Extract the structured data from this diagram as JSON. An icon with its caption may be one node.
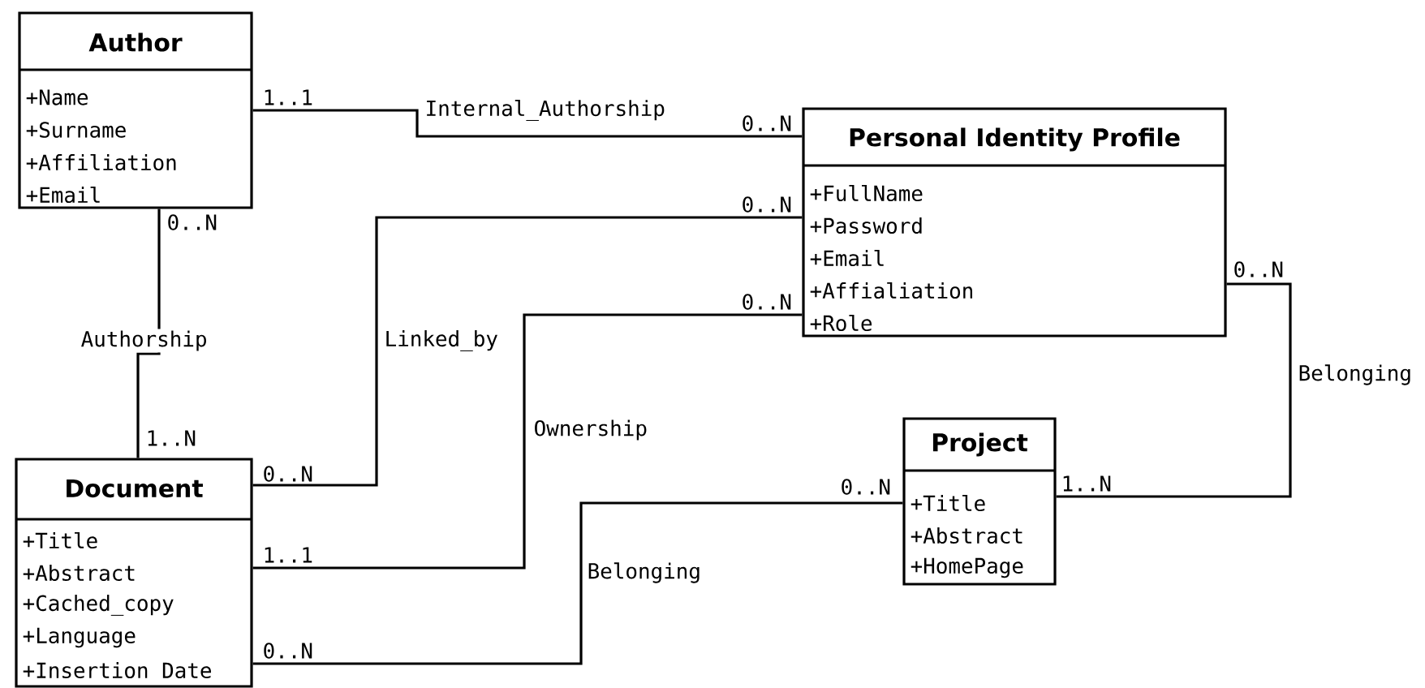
{
  "diagram": {
    "nodes": [
      {
        "text": [
          "Author",
          "+Name",
          "+Surname",
          "+Affiliation",
          "+Email"
        ]
      },
      {
        "text": [
          "Personal Identity Profile",
          "+FullName",
          "+Password",
          "+Email",
          "+Affialiation",
          "+Role"
        ]
      },
      {
        "text": [
          "Document",
          "+Title",
          "+Abstract",
          "+Cached_copy",
          "+Language",
          "+Insertion Date"
        ]
      },
      {
        "text": [
          "Project",
          "+Title",
          "+Abstract",
          "+HomePage"
        ]
      }
    ],
    "edges": [
      {
        "from": 0,
        "to": 1,
        "arrow": "none",
        "label": "Internal_Authorship"
      },
      {
        "from": 0,
        "to": 2,
        "arrow": "none",
        "label": "Authorship"
      },
      {
        "from": 2,
        "to": 1,
        "arrow": "none",
        "label": "Linked_by"
      },
      {
        "from": 2,
        "to": 1,
        "arrow": "none",
        "label": "Ownership"
      },
      {
        "from": 2,
        "to": 3,
        "arrow": "none",
        "label": "Belonging"
      },
      {
        "from": 1,
        "to": 3,
        "arrow": "none",
        "label": "Belonging"
      }
    ],
    "labels": [
      "1..1",
      "0..N",
      "0..N",
      "0..N",
      "0..N",
      "0..N",
      "1..N",
      "0..N",
      "1..N",
      "1..1",
      "0..N",
      "0..N"
    ]
  }
}
